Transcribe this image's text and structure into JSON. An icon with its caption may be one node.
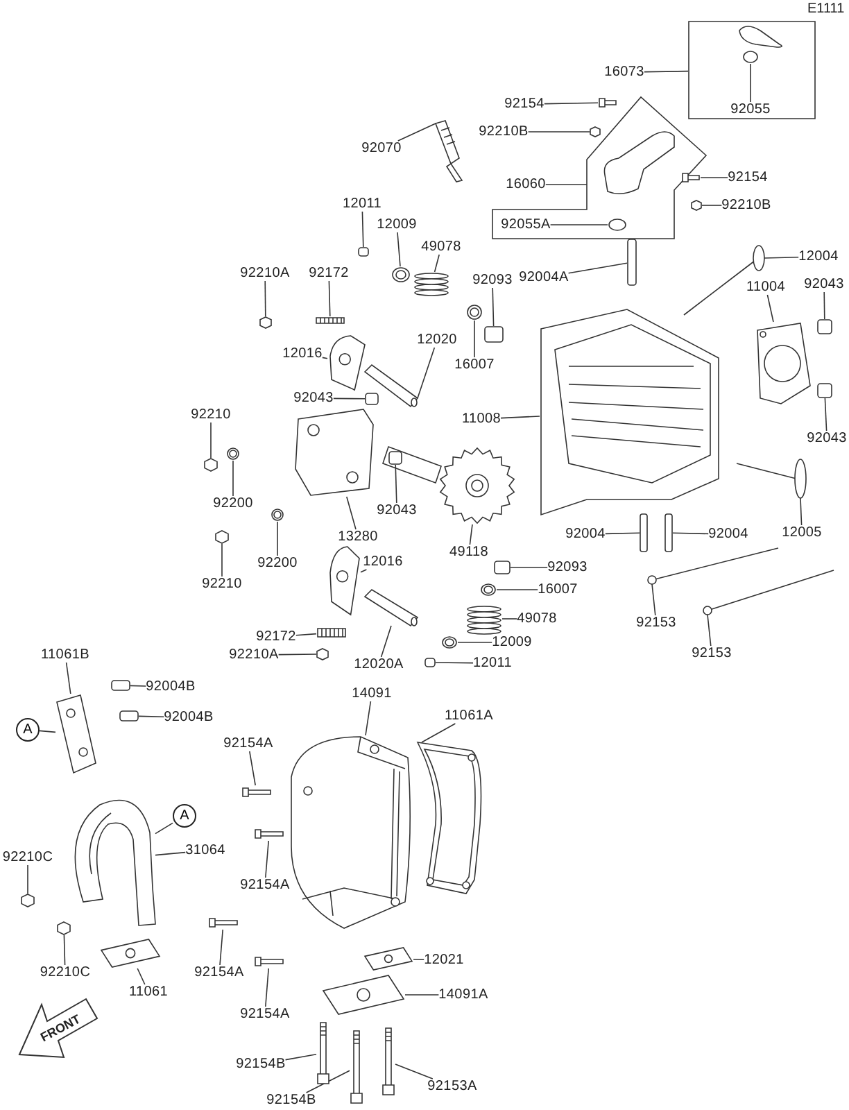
{
  "diagram": {
    "nodes": [
      {
        "text": [],
        "shape": "box"
      },
      {
        "text": [],
        "shape": "box"
      },
      {
        "text": [],
        "shape": "box"
      },
      {
        "text": [
          "16073"
        ]
      },
      {
        "text": [
          "92055"
        ],
        "in": 0
      },
      {
        "text": [
          "92154"
        ]
      },
      {
        "text": [
          "92210B"
        ]
      },
      {
        "text": [
          "92070"
        ]
      },
      {
        "text": [
          "16060"
        ]
      },
      {
        "text": [
          "92154"
        ]
      },
      {
        "text": [
          "92210B"
        ]
      },
      {
        "text": [
          "92055A"
        ],
        "in": 1
      },
      {
        "text": [
          "12011"
        ]
      },
      {
        "text": [
          "12009"
        ]
      },
      {
        "text": [
          "49078"
        ]
      },
      {
        "text": [
          "12004"
        ]
      },
      {
        "text": [
          "92004A"
        ]
      },
      {
        "text": [
          "92093"
        ]
      },
      {
        "text": [
          "11004"
        ]
      },
      {
        "text": [
          "92043"
        ]
      },
      {
        "text": [
          "92210A"
        ]
      },
      {
        "text": [
          "92172"
        ]
      },
      {
        "text": [
          "12016"
        ]
      },
      {
        "text": [
          "12020"
        ]
      },
      {
        "text": [
          "16007"
        ]
      },
      {
        "text": [
          "92043"
        ]
      },
      {
        "text": [
          "92210"
        ]
      },
      {
        "text": [
          "11008"
        ]
      },
      {
        "text": [
          "92200"
        ]
      },
      {
        "text": [
          "92043"
        ]
      },
      {
        "text": [
          "13280"
        ]
      },
      {
        "text": [
          "49118"
        ]
      },
      {
        "text": [
          "92004"
        ]
      },
      {
        "text": [
          "92004"
        ]
      },
      {
        "text": [
          "92210"
        ]
      },
      {
        "text": [
          "92200"
        ]
      },
      {
        "text": [
          "12016"
        ]
      },
      {
        "text": [
          "92093"
        ]
      },
      {
        "text": [
          "16007"
        ]
      },
      {
        "text": [
          "49078"
        ]
      },
      {
        "text": [
          "12009"
        ]
      },
      {
        "text": [
          "12011"
        ]
      },
      {
        "text": [
          "12005"
        ]
      },
      {
        "text": [
          "92043"
        ]
      },
      {
        "text": [
          "92153"
        ]
      },
      {
        "text": [
          "92153"
        ]
      },
      {
        "text": [
          "92172"
        ]
      },
      {
        "text": [
          "92210A"
        ]
      },
      {
        "text": [
          "12020A"
        ]
      },
      {
        "text": [
          "11061B"
        ]
      },
      {
        "text": [
          "92004B"
        ]
      },
      {
        "text": [
          "92004B"
        ]
      },
      {
        "text": [
          "14091"
        ]
      },
      {
        "text": [
          "11061A"
        ]
      },
      {
        "text": [
          "A"
        ]
      },
      {
        "text": [
          "A"
        ]
      },
      {
        "text": [
          "31064"
        ]
      },
      {
        "text": [
          "92154A"
        ]
      },
      {
        "text": [
          "92210C"
        ]
      },
      {
        "text": [
          "92154A"
        ]
      },
      {
        "text": [
          "92210C"
        ]
      },
      {
        "text": [
          "92154A"
        ]
      },
      {
        "text": [
          "11061"
        ]
      },
      {
        "text": [
          "92154A"
        ]
      },
      {
        "text": [
          "12021"
        ]
      },
      {
        "text": [
          "14091A"
        ]
      },
      {
        "text": [
          "92154B"
        ]
      },
      {
        "text": [
          "92153A"
        ]
      },
      {
        "text": [
          "92154B"
        ]
      },
      {
        "text": [],
        "shape": "circle",
        "in": 0
      },
      {
        "text": [],
        "shape": "bar"
      },
      {
        "text": [],
        "shape": "hexagon"
      },
      {
        "text": [],
        "shape": "picture"
      },
      {
        "text": [],
        "shape": "bar"
      },
      {
        "text": [],
        "shape": "hexagon"
      },
      {
        "text": [],
        "shape": "circle",
        "in": 1
      },
      {
        "text": [],
        "shape": "box"
      },
      {
        "text": [],
        "shape": "circle"
      },
      {
        "text": [],
        "shape": "picture"
      },
      {
        "text": [],
        "shape": "picture"
      },
      {
        "text": [],
        "shape": "box"
      },
      {
        "text": [],
        "shape": "box"
      },
      {
        "text": [],
        "shape": "picture"
      },
      {
        "text": [],
        "shape": "box"
      },
      {
        "text": [],
        "shape": "hexagon"
      },
      {
        "text": [],
        "shape": "picture"
      },
      {
        "text": [],
        "shape": "picture"
      },
      {
        "text": [],
        "shape": "picture"
      },
      {
        "text": [],
        "shape": "circle"
      },
      {
        "text": [],
        "shape": "box"
      },
      {
        "text": [],
        "shape": "hexagon"
      },
      {
        "text": [],
        "shape": "circle"
      },
      {
        "text": [],
        "shape": "box"
      },
      {
        "text": [],
        "shape": "picture"
      },
      {
        "text": [],
        "shape": "picture"
      },
      {
        "text": [],
        "shape": "box"
      },
      {
        "text": [],
        "shape": "box"
      },
      {
        "text": [],
        "shape": "hexagon"
      },
      {
        "text": [],
        "shape": "circle"
      },
      {
        "text": [],
        "shape": "picture"
      },
      {
        "text": [],
        "shape": "box"
      },
      {
        "text": [],
        "shape": "circle"
      },
      {
        "text": [],
        "shape": "picture"
      },
      {
        "text": [],
        "shape": "circle"
      },
      {
        "text": [],
        "shape": "box"
      },
      {
        "text": [],
        "shape": "picture"
      },
      {
        "text": [],
        "shape": "box"
      },
      {
        "text": [],
        "shape": "picture"
      },
      {
        "text": [],
        "shape": "picture"
      },
      {
        "text": [],
        "shape": "picture"
      },
      {
        "text": [],
        "shape": "hexagon"
      },
      {
        "text": [],
        "shape": "picture"
      },
      {
        "text": [],
        "shape": "picture"
      },
      {
        "text": [],
        "shape": "box"
      },
      {
        "text": [],
        "shape": "box"
      },
      {
        "text": [],
        "shape": "picture"
      },
      {
        "text": [],
        "shape": "picture"
      },
      {
        "text": [],
        "shape": "picture"
      },
      {
        "text": [],
        "shape": "bar"
      },
      {
        "text": [],
        "shape": "hexagon"
      },
      {
        "text": [],
        "shape": "bar"
      },
      {
        "text": [],
        "shape": "hexagon"
      },
      {
        "text": [],
        "shape": "bar"
      },
      {
        "text": [],
        "shape": "picture"
      },
      {
        "text": [],
        "shape": "bar"
      },
      {
        "text": [],
        "shape": "picture"
      },
      {
        "text": [],
        "shape": "picture"
      },
      {
        "text": [],
        "shape": "picture"
      },
      {
        "text": [],
        "shape": "picture"
      },
      {
        "text": [],
        "shape": "picture"
      }
    ],
    "edges": [
      {
        "from": 3,
        "to": 0,
        "arrow": "none"
      },
      {
        "from": 4,
        "to": 69,
        "arrow": "none"
      },
      {
        "from": 5,
        "to": 70,
        "arrow": "none"
      },
      {
        "from": 6,
        "to": 71,
        "arrow": "none"
      },
      {
        "from": 7,
        "to": 72,
        "arrow": "none"
      },
      {
        "from": 8,
        "to": 1,
        "arrow": "none"
      },
      {
        "from": 9,
        "to": 73,
        "arrow": "none"
      },
      {
        "from": 10,
        "to": 74,
        "arrow": "none"
      },
      {
        "from": 11,
        "to": 75,
        "arrow": "none"
      },
      {
        "from": 12,
        "to": 76,
        "arrow": "none"
      },
      {
        "from": 13,
        "to": 77,
        "arrow": "none"
      },
      {
        "from": 14,
        "to": 78,
        "arrow": "none"
      },
      {
        "from": 15,
        "to": 79,
        "arrow": "none"
      },
      {
        "from": 16,
        "to": 80,
        "arrow": "none"
      },
      {
        "from": 17,
        "to": 81,
        "arrow": "none"
      },
      {
        "from": 18,
        "to": 82,
        "arrow": "none"
      },
      {
        "from": 19,
        "to": 83,
        "arrow": "none"
      },
      {
        "from": 20,
        "to": 84,
        "arrow": "none"
      },
      {
        "from": 21,
        "to": 85,
        "arrow": "none"
      },
      {
        "from": 22,
        "to": 86,
        "arrow": "none"
      },
      {
        "from": 23,
        "to": 87,
        "arrow": "none"
      },
      {
        "from": 24,
        "to": 88,
        "arrow": "none"
      },
      {
        "from": 25,
        "to": 89,
        "arrow": "none"
      },
      {
        "from": 26,
        "to": 90,
        "arrow": "none"
      },
      {
        "from": 27,
        "to": 2,
        "arrow": "none"
      },
      {
        "from": 28,
        "to": 91,
        "arrow": "none"
      },
      {
        "from": 29,
        "to": 92,
        "arrow": "none"
      },
      {
        "from": 30,
        "to": 93,
        "arrow": "none"
      },
      {
        "from": 31,
        "to": 94,
        "arrow": "none"
      },
      {
        "from": 32,
        "to": 95,
        "arrow": "none"
      },
      {
        "from": 33,
        "to": 96,
        "arrow": "none"
      },
      {
        "from": 34,
        "to": 97,
        "arrow": "none"
      },
      {
        "from": 35,
        "to": 98,
        "arrow": "none"
      },
      {
        "from": 36,
        "to": 99,
        "arrow": "none"
      },
      {
        "from": 37,
        "to": 100,
        "arrow": "none"
      },
      {
        "from": 38,
        "to": 101,
        "arrow": "none"
      },
      {
        "from": 39,
        "to": 102,
        "arrow": "none"
      },
      {
        "from": 40,
        "to": 103,
        "arrow": "none"
      },
      {
        "from": 41,
        "to": 104,
        "arrow": "none"
      },
      {
        "from": 42,
        "to": 105,
        "arrow": "none"
      },
      {
        "from": 43,
        "to": 106,
        "arrow": "none"
      },
      {
        "from": 44,
        "to": 107,
        "arrow": "none"
      },
      {
        "from": 45,
        "to": 108,
        "arrow": "none"
      },
      {
        "from": 46,
        "to": 109,
        "arrow": "none"
      },
      {
        "from": 47,
        "to": 110,
        "arrow": "none"
      },
      {
        "from": 48,
        "to": 111,
        "arrow": "none"
      },
      {
        "from": 49,
        "to": 112,
        "arrow": "none"
      },
      {
        "from": 50,
        "to": 113,
        "arrow": "none"
      },
      {
        "from": 51,
        "to": 114,
        "arrow": "none"
      },
      {
        "from": 52,
        "to": 115,
        "arrow": "none"
      },
      {
        "from": 53,
        "to": 116,
        "arrow": "none"
      },
      {
        "from": 54,
        "to": 112,
        "arrow": "none"
      },
      {
        "from": 55,
        "to": 117,
        "arrow": "none"
      },
      {
        "from": 56,
        "to": 117,
        "arrow": "none"
      },
      {
        "from": 57,
        "to": 118,
        "arrow": "none"
      },
      {
        "from": 58,
        "to": 119,
        "arrow": "none"
      },
      {
        "from": 59,
        "to": 120,
        "arrow": "none"
      },
      {
        "from": 60,
        "to": 121,
        "arrow": "none"
      },
      {
        "from": 61,
        "to": 122,
        "arrow": "none"
      },
      {
        "from": 62,
        "to": 123,
        "arrow": "none"
      },
      {
        "from": 63,
        "to": 124,
        "arrow": "none"
      },
      {
        "from": 64,
        "to": 125,
        "arrow": "none"
      },
      {
        "from": 65,
        "to": 126,
        "arrow": "none"
      },
      {
        "from": 66,
        "to": 127,
        "arrow": "none"
      },
      {
        "from": 67,
        "to": 128,
        "arrow": "none"
      },
      {
        "from": 68,
        "to": 129,
        "arrow": "none"
      }
    ],
    "labels": [
      "E1111",
      "FRONT"
    ]
  }
}
